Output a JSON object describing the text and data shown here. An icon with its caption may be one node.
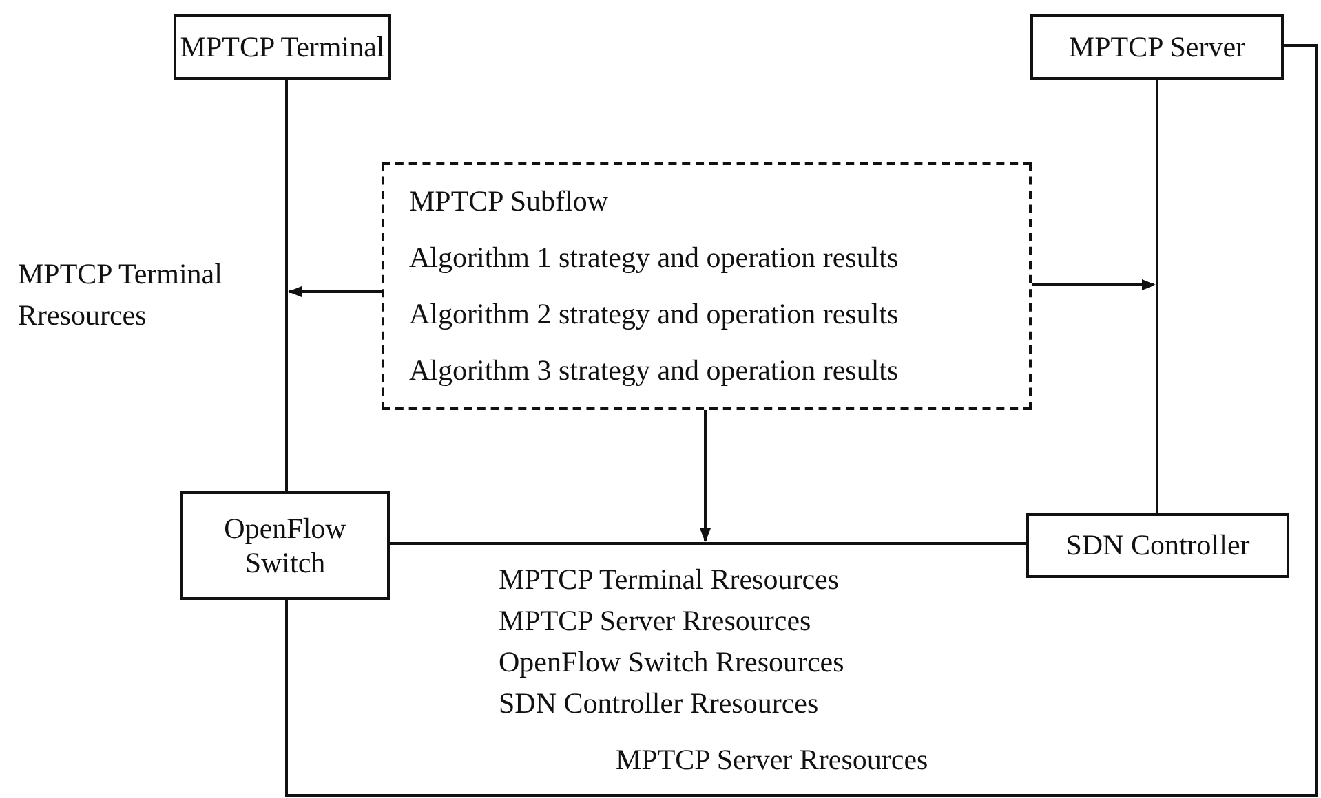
{
  "diagram": {
    "nodes": [
      {
        "text": [
          "MPTCP Terminal"
        ]
      },
      {
        "text": [
          "MPTCP Server"
        ]
      },
      {
        "text": [
          "MPTCP Subflow",
          "Algorithm 1 strategy and operation results",
          "Algorithm 2 strategy and operation results",
          "Algorithm 3 strategy and operation results"
        ]
      },
      {
        "text": [
          "OpenFlow Switch"
        ]
      },
      {
        "text": [
          "SDN Controller"
        ]
      }
    ],
    "edges": [
      {
        "from": 0,
        "to": 3,
        "arrow": "none"
      },
      {
        "from": 1,
        "to": 4,
        "arrow": "none"
      },
      {
        "from": 3,
        "to": 4,
        "arrow": "none"
      },
      {
        "from": 3,
        "to": 1,
        "arrow": "none",
        "label": "MPTCP Server Rresources"
      },
      {
        "from": 2,
        "to": null,
        "arrow": "to"
      },
      {
        "from": 2,
        "to": null,
        "arrow": "to"
      },
      {
        "from": 2,
        "to": null,
        "arrow": "to"
      }
    ],
    "labels": [
      "MPTCP Terminal Rresources",
      "MPTCP Terminal Rresources",
      "MPTCP Server Rresources",
      "OpenFlow Switch Rresources",
      "SDN Controller Rresources"
    ]
  }
}
